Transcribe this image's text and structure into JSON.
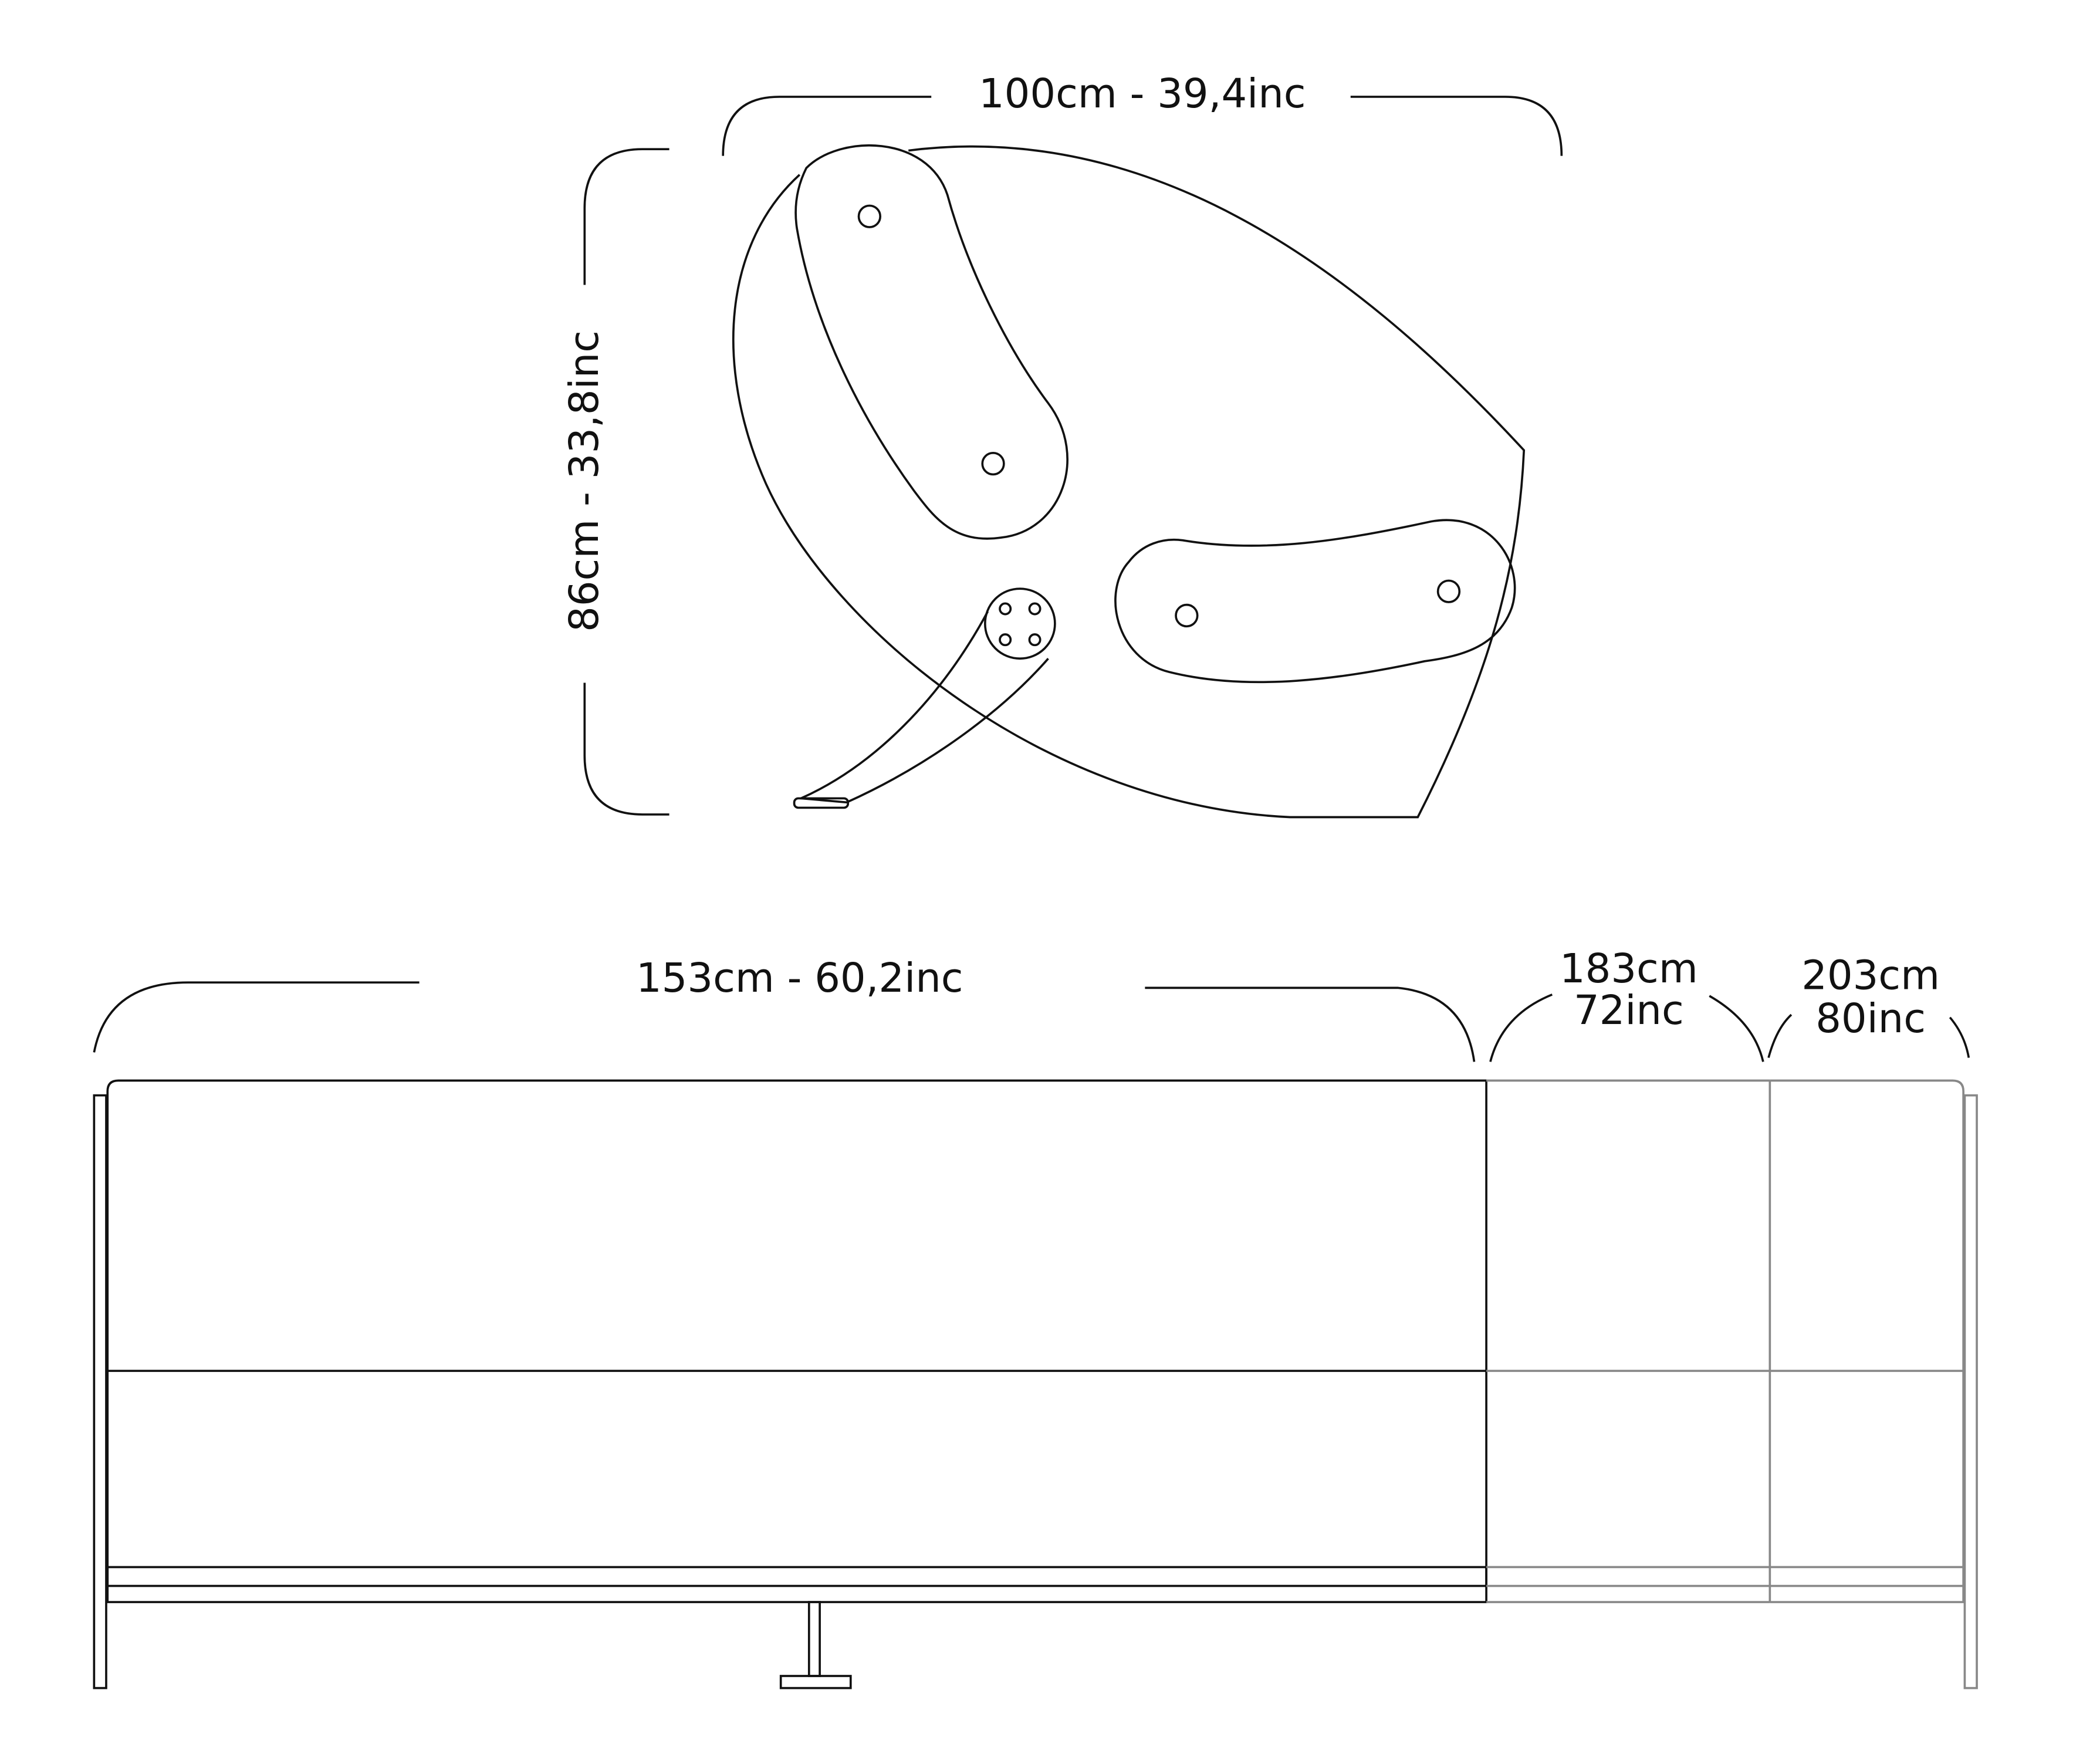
{
  "top_view": {
    "width_label": "100cm - 39,4inc",
    "depth_label": "86cm - 33,8inc"
  },
  "front_view": {
    "width_label_small": "153cm - 60,2inc",
    "width_label_medium_cm": "183cm",
    "width_label_medium_in": "72inc",
    "width_label_large_cm": "203cm",
    "width_label_large_in": "80inc"
  },
  "colors": {
    "line": "#111111",
    "extension_line": "#888888"
  }
}
